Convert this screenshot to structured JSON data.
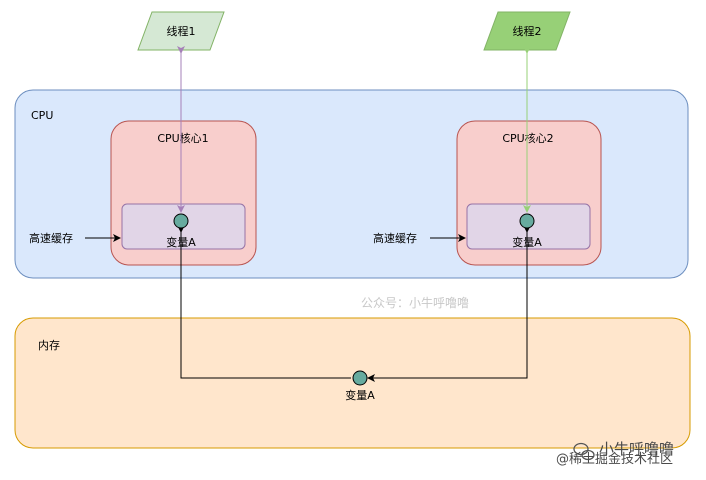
{
  "threads": [
    {
      "label": "线程1",
      "fill": "#d5e8d4",
      "stroke": "#82b366"
    },
    {
      "label": "线程2",
      "fill": "#97d077",
      "stroke": "#82b366"
    }
  ],
  "cpu": {
    "label": "CPU",
    "fill": "#dae8fc",
    "stroke": "#6c8ebf"
  },
  "cores": [
    {
      "label": "CPU核心1",
      "cache_label": "高速缓存",
      "var_label": "变量A"
    },
    {
      "label": "CPU核心2",
      "cache_label": "高速缓存",
      "var_label": "变量A"
    }
  ],
  "memory": {
    "label": "内存",
    "var_label": "变量A",
    "fill": "#ffe6cc",
    "stroke": "#d79b00"
  },
  "colors": {
    "core_fill": "#f8cecc",
    "core_stroke": "#b85450",
    "cache_fill": "#e1d5e7",
    "cache_stroke": "#9673a6",
    "var_dot": "#67ab9f",
    "thread1_link": "#a680b8",
    "thread2_link": "#97d077"
  },
  "watermarks": {
    "center": "公众号：小牛呼噜噜",
    "bottom": "小牛呼噜噜",
    "bottom_sub": "@稀土掘金技术社区"
  }
}
